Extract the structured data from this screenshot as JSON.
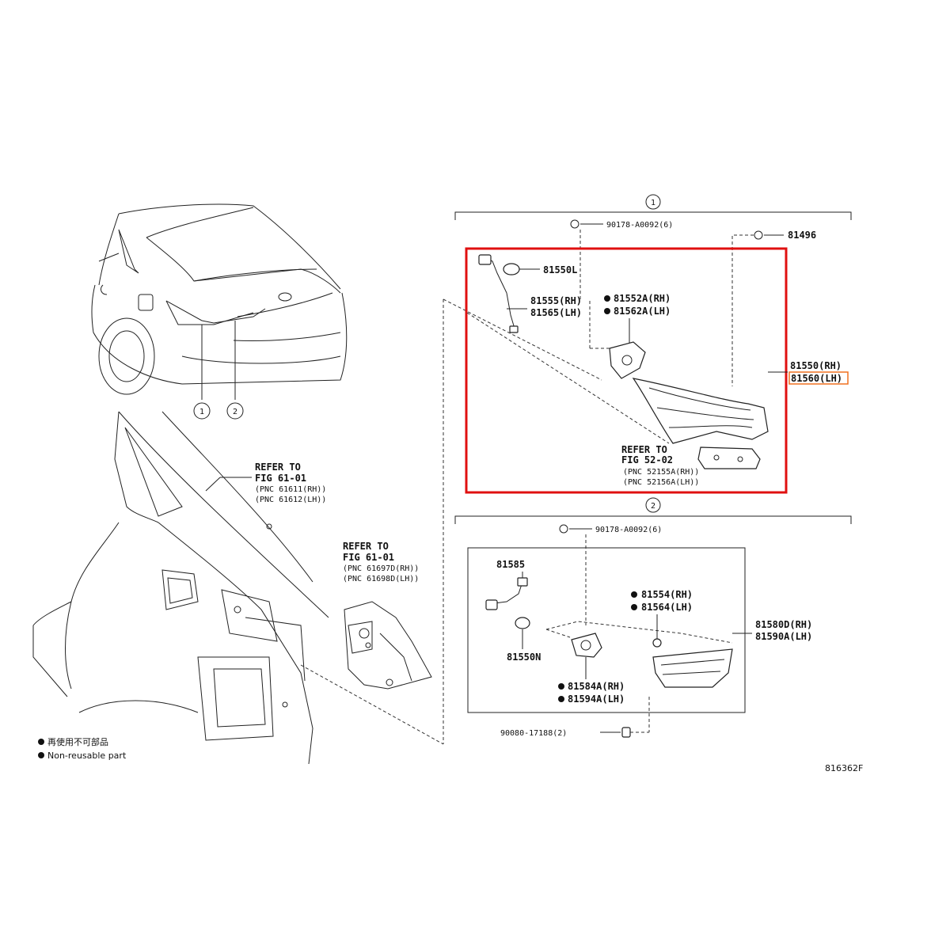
{
  "callouts": {
    "c1": "1",
    "c2": "2",
    "car1": "1",
    "car2": "2"
  },
  "group1": {
    "bolt": "90178-A0092(6)",
    "clip": "81496",
    "bulb": "81550L",
    "socket_rh": "81555(RH)",
    "socket_lh": "81565(LH)",
    "gasket_rh": "81552A(RH)",
    "gasket_lh": "81562A(LH)",
    "lamp_rh": "81550(RH)",
    "lamp_lh": "81560(LH)",
    "refer_title": "REFER TO",
    "refer_fig": "FIG 52-02",
    "refer_pnc1": "(PNC 52155A(RH))",
    "refer_pnc2": "(PNC 52156A(LH))"
  },
  "group2": {
    "bolt": "90178-A0092(6)",
    "socket": "81585",
    "bulb": "81550N",
    "gasket_rh": "81554(RH)",
    "gasket_lh": "81564(LH)",
    "lamp_rh": "81580D(RH)",
    "lamp_lh": "81590A(LH)",
    "cover_rh": "81584A(RH)",
    "cover_lh": "81594A(LH)",
    "screw": "90080-17188(2)"
  },
  "refer_quarter": {
    "title": "REFER TO",
    "fig": "FIG 61-01",
    "pnc1": "(PNC 61611(RH))",
    "pnc2": "(PNC 61612(LH))"
  },
  "refer_inner": {
    "title": "REFER TO",
    "fig": "FIG 61-01",
    "pnc1": "(PNC 61697D(RH))",
    "pnc2": "(PNC 61698D(LH))"
  },
  "legend": {
    "jp": "再使用不可部品",
    "en": "Non-reusable part"
  },
  "figure_id": "816362F",
  "colors": {
    "highlight": "#e01010",
    "label_highlight": "#f07020"
  },
  "icons": {
    "non_reusable": "filled-circle-icon",
    "callout": "circled-number-icon"
  }
}
